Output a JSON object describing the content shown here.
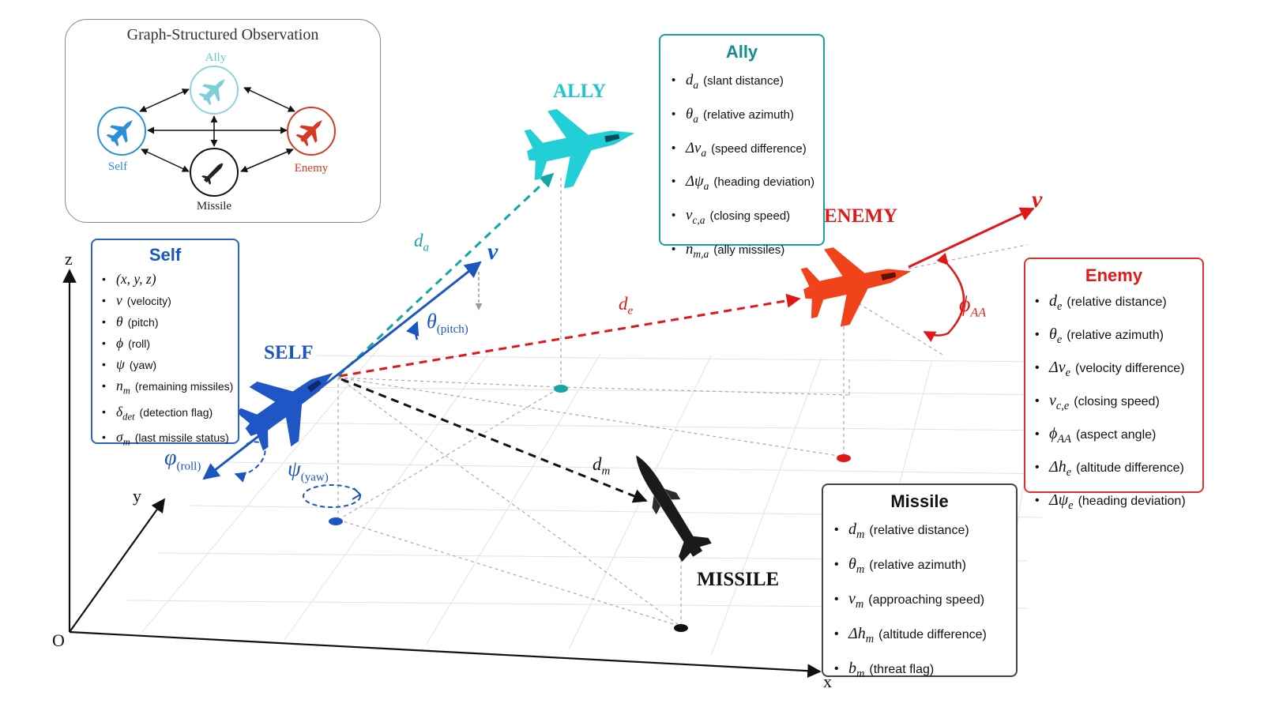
{
  "graph": {
    "title": "Graph-Structured Observation",
    "nodes": {
      "self": "Self",
      "ally": "Ally",
      "enemy": "Enemy",
      "missile": "Missile"
    }
  },
  "scene": {
    "labels": {
      "self": "SELF",
      "ally": "ALLY",
      "enemy": "ENEMY",
      "missile": "MISSILE"
    },
    "axes": {
      "x": "x",
      "y": "y",
      "z": "z",
      "origin": "O"
    },
    "vectors": {
      "self_v": "v",
      "enemy_v": "v",
      "d_a": "d",
      "d_a_sub": "a",
      "d_e": "d",
      "d_e_sub": "e",
      "d_m": "d",
      "d_m_sub": "m",
      "theta": "θ",
      "theta_sub": "(pitch)",
      "phi_roll": "φ",
      "phi_roll_sub": "(roll)",
      "psi": "ψ",
      "psi_sub": "(yaw)",
      "phi_aa": "ϕ",
      "phi_aa_sub": "AA"
    }
  },
  "colors": {
    "self": "#1a55c0",
    "ally": "#12a6a6",
    "enemy": "#e01818",
    "missile": "#111111",
    "grid": "#bdbdbd"
  },
  "panels": {
    "self": {
      "title": "Self",
      "items": [
        {
          "sym": "(x, y, z)",
          "desc": ""
        },
        {
          "sym": "v",
          "desc": "(velocity)"
        },
        {
          "sym": "θ",
          "desc": "(pitch)"
        },
        {
          "sym": "ϕ",
          "desc": "(roll)"
        },
        {
          "sym": "ψ",
          "desc": "(yaw)"
        },
        {
          "sym": "n_m",
          "desc": "(remaining missiles)"
        },
        {
          "sym": "δ_det",
          "desc": "(detection flag)"
        },
        {
          "sym": "σ_m",
          "desc": "(last missile status)"
        }
      ]
    },
    "ally": {
      "title": "Ally",
      "items": [
        {
          "sym": "d_a",
          "desc": "(slant distance)"
        },
        {
          "sym": "θ_a",
          "desc": "(relative azimuth)"
        },
        {
          "sym": "Δv_a",
          "desc": "(speed difference)"
        },
        {
          "sym": "Δψ_a",
          "desc": "(heading deviation)"
        },
        {
          "sym": "v_c,a",
          "desc": "(closing speed)"
        },
        {
          "sym": "n_m,a",
          "desc": "(ally missiles)"
        }
      ]
    },
    "enemy": {
      "title": "Enemy",
      "items": [
        {
          "sym": "d_e",
          "desc": "(relative distance)"
        },
        {
          "sym": "θ_e",
          "desc": "(relative azimuth)"
        },
        {
          "sym": "Δv_e",
          "desc": "(velocity difference)"
        },
        {
          "sym": "v_c,e",
          "desc": "(closing speed)"
        },
        {
          "sym": "ϕ_AA",
          "desc": "(aspect angle)"
        },
        {
          "sym": "Δh_e",
          "desc": "(altitude difference)"
        },
        {
          "sym": "Δψ_e",
          "desc": "(heading deviation)"
        }
      ]
    },
    "missile": {
      "title": "Missile",
      "items": [
        {
          "sym": "d_m",
          "desc": "(relative distance)"
        },
        {
          "sym": "θ_m",
          "desc": "(relative azimuth)"
        },
        {
          "sym": "v_m",
          "desc": "(approaching speed)"
        },
        {
          "sym": "Δh_m",
          "desc": "(altitude difference)"
        },
        {
          "sym": "b_m",
          "desc": "(threat flag)"
        }
      ]
    }
  }
}
